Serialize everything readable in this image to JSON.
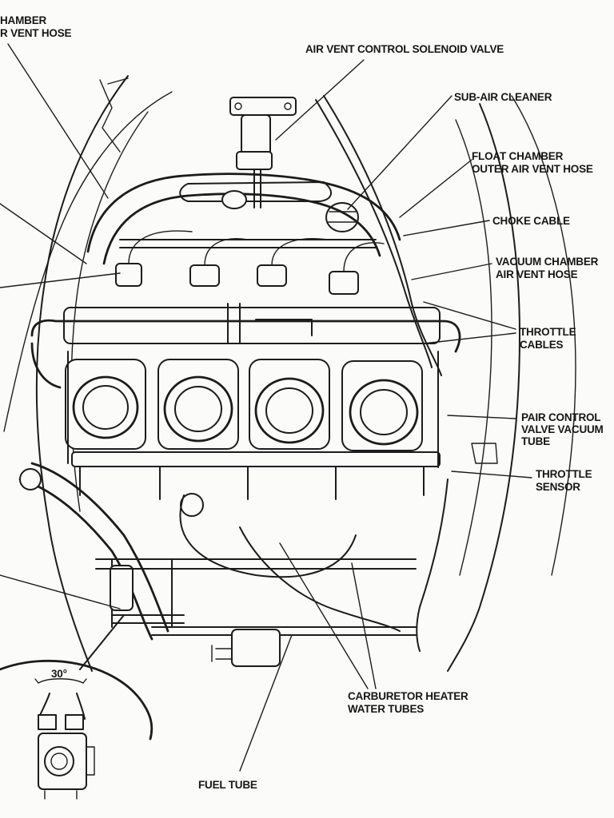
{
  "labels": {
    "float_chamber_inner_vent_hose": {
      "lines": [
        "HAMBER",
        "R VENT HOSE"
      ]
    },
    "air_vent_control_solenoid_valve": {
      "lines": [
        "AIR VENT CONTROL SOLENOID VALVE"
      ]
    },
    "sub_air_cleaner": {
      "lines": [
        "SUB-AIR CLEANER"
      ]
    },
    "float_chamber_outer_air_vent_hose": {
      "lines": [
        "FLOAT CHAMBER",
        "OUTER AIR VENT HOSE"
      ]
    },
    "choke_cable": {
      "lines": [
        "CHOKE CABLE"
      ]
    },
    "vacuum_chamber_air_vent_hose": {
      "lines": [
        "VACUUM CHAMBER",
        "AIR VENT HOSE"
      ]
    },
    "throttle_cables": {
      "lines": [
        "THROTTLE",
        "CABLES"
      ]
    },
    "pair_control_valve_vacuum_tube": {
      "lines": [
        "PAIR CONTROL",
        "VALVE VACUUM",
        "TUBE"
      ]
    },
    "throttle_sensor": {
      "lines": [
        "THROTTLE",
        "SENSOR"
      ]
    },
    "carburetor_heater_water_tubes": {
      "lines": [
        "CARBURETOR HEATER",
        "WATER TUBES"
      ]
    },
    "fuel_tube": {
      "lines": [
        "FUEL TUBE"
      ]
    }
  },
  "inset": {
    "angle_label": "30°"
  }
}
